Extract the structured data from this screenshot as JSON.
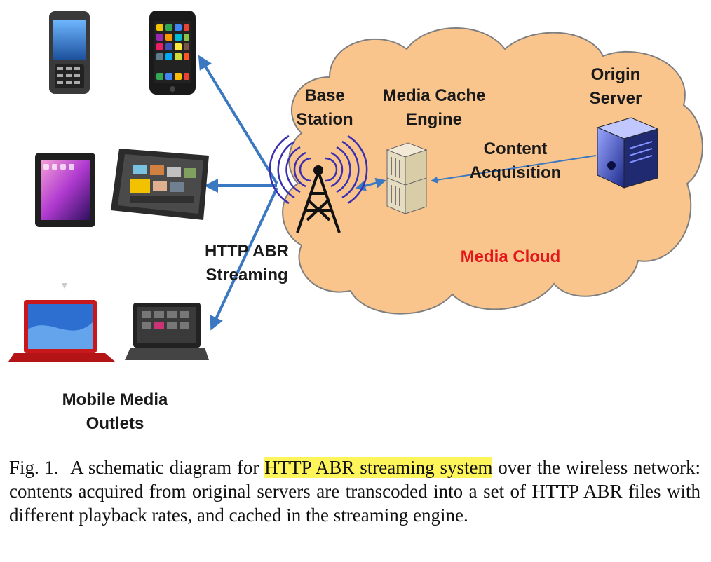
{
  "diagram": {
    "labels": {
      "base_station": [
        "Base",
        "Station"
      ],
      "media_cache": [
        "Media Cache",
        "Engine"
      ],
      "origin_server": [
        "Origin",
        "Server"
      ],
      "content_acquisition": [
        "Content",
        "Acquisition"
      ],
      "media_cloud": "Media Cloud",
      "http_abr": [
        "HTTP ABR",
        "Streaming"
      ],
      "mobile_outlets": [
        "Mobile Media",
        "Outlets"
      ]
    },
    "colors": {
      "cloud_fill": "#f9c58d",
      "cloud_stroke": "#7f7f7f",
      "arrow": "#3b78c2",
      "signal": "#3a2fb0",
      "highlight": "#fdf55a",
      "media_cloud_text": "#e4181c"
    },
    "devices": [
      "smartphone-icon",
      "iphone-icon",
      "ipad-icon",
      "tablet-icon",
      "red-laptop-icon",
      "netbook-icon",
      "cell-tower-icon",
      "cache-server-icon",
      "origin-server-icon"
    ]
  },
  "caption": {
    "fig": "Fig. 1.",
    "highlight": "HTTP ABR streaming system",
    "before": "A schematic diagram for",
    "after": "over the wireless network: contents acquired from original servers are transcoded into a set of HTTP ABR files with different playback rates, and cached in the streaming engine."
  }
}
